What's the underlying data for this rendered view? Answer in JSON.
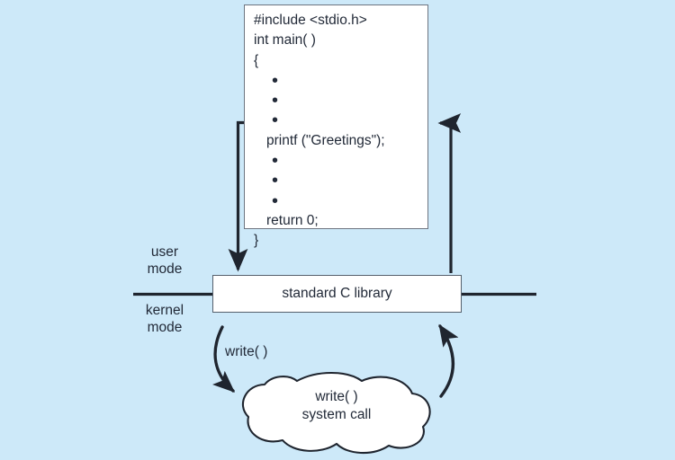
{
  "diagram": {
    "title": "C program invoking printf() library call which in turn calls write() system call",
    "background_color": "#cde9f9",
    "box_fill": "#ffffff",
    "stroke_color": "#1f252f",
    "text_color": "#222a38"
  },
  "code_box": {
    "name": "c-program-source",
    "lines": [
      {
        "text": "#include <stdio.h>",
        "style": "plain"
      },
      {
        "text": "int main( )",
        "style": "plain"
      },
      {
        "text": "{",
        "style": "plain"
      },
      {
        "text": "•",
        "style": "bullet"
      },
      {
        "text": "•",
        "style": "bullet"
      },
      {
        "text": "•",
        "style": "bullet"
      },
      {
        "text": "printf (\"Greetings\");",
        "style": "indent"
      },
      {
        "text": "•",
        "style": "bullet"
      },
      {
        "text": "•",
        "style": "bullet"
      },
      {
        "text": "•",
        "style": "bullet"
      },
      {
        "text": "return 0;",
        "style": "indent"
      },
      {
        "text": "}",
        "style": "plain"
      }
    ]
  },
  "mode_labels": {
    "user": "user\nmode",
    "kernel": "kernel\nmode"
  },
  "library": {
    "label": "standard C library"
  },
  "annotations": {
    "write_call": "write( )"
  },
  "cloud": {
    "label": "write( )\nsystem call"
  }
}
